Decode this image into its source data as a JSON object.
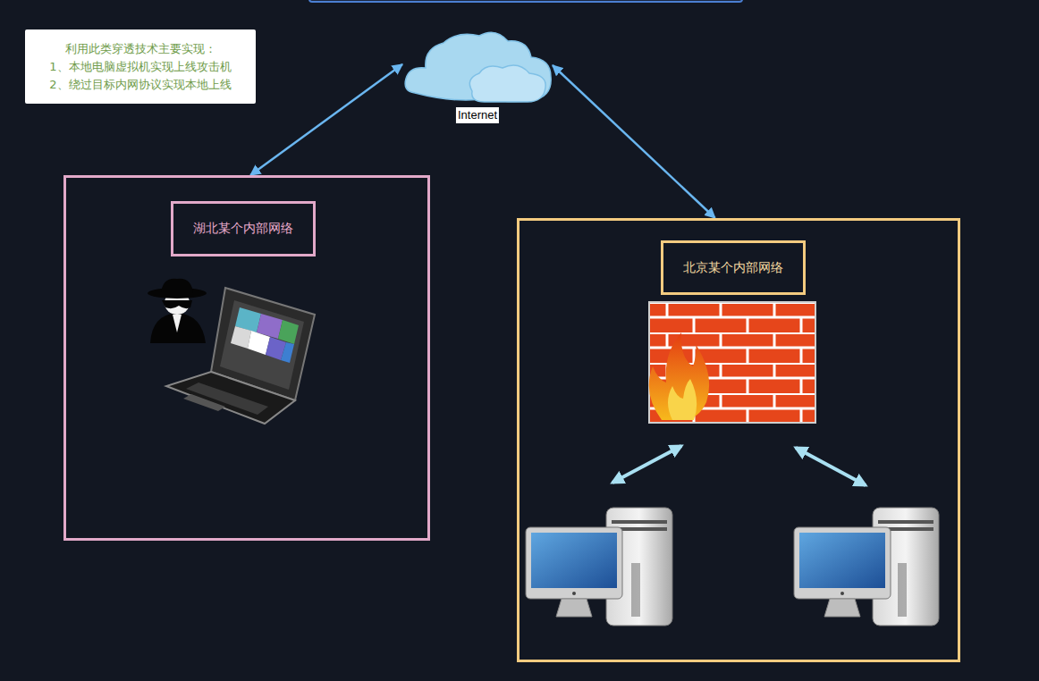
{
  "diagram": {
    "nodes": [
      {
        "text": [
          "利用此类穿透技术主要实现：",
          "1、本地电脑虚拟机实现上线攻击机",
          "2、绕过目标内网协议实现本地上线"
        ]
      },
      {
        "text": [
          "Internet"
        ]
      },
      {
        "text": [
          "湖北某个内部网络"
        ]
      },
      {
        "text": [
          "北京某个内部网络"
        ]
      }
    ],
    "edges": [
      {
        "from": 1,
        "to": 2,
        "arrow": "both"
      },
      {
        "from": 1,
        "to": 3,
        "arrow": "both"
      }
    ]
  }
}
